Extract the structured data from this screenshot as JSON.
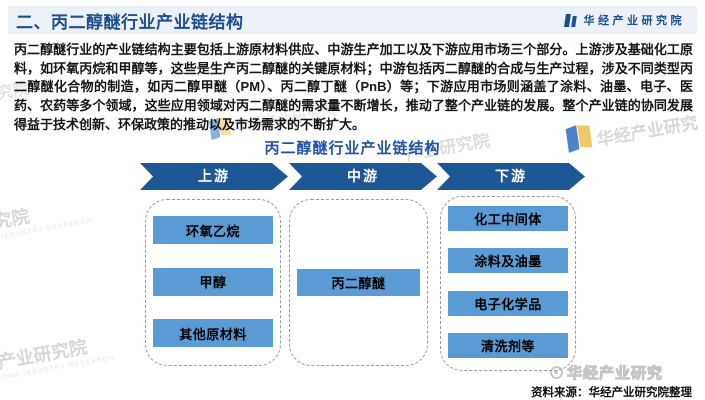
{
  "header": {
    "title": "二、丙二醇醚行业产业链结构",
    "brand": "华经产业研究院"
  },
  "body_text": "丙二醇醚行业的产业链结构主要包括上游原材料供应、中游生产加工以及下游应用市场三个部分。上游涉及基础化工原料，如环氧丙烷和甲醇等，这些是生产丙二醇醚的关键原材料；中游包括丙二醇醚的合成与生产过程，涉及不同类型丙二醇醚化合物的制造，如丙二醇甲醚（PM）、丙二醇丁醚（PnB）等；下游应用市场则涵盖了涂料、油墨、电子、医药、农药等多个领域，这些应用领域对丙二醇醚的需求量不断增长，推动了整个产业链的发展。整个产业链的协同发展得益于技术创新、环保政策的推动以及市场需求的不断扩大。",
  "diagram": {
    "title": "丙二醇醚行业产业链结构",
    "columns": [
      {
        "stage": "上游",
        "items": [
          "环氧乙烷",
          "甲醇",
          "其他原材料"
        ]
      },
      {
        "stage": "中游",
        "items": [
          "丙二醇醚"
        ]
      },
      {
        "stage": "下游",
        "items": [
          "化工中间体",
          "涂料及油墨",
          "电子化学品",
          "清洗剂等"
        ]
      }
    ]
  },
  "source_note": "资料来源：华经产业研究院整理",
  "watermarks": [
    {
      "text": "产业研究院",
      "en": ""
    },
    {
      "text": "华经产业研究",
      "en": ""
    },
    {
      "text": "业研究院",
      "en": "HUAJING INDUSTRY RESEARCH"
    },
    {
      "text": "经产业研究院",
      "en": "HUAJING INDUSTRY RESEARCH"
    },
    {
      "text": "业研究院",
      "en": ""
    },
    {
      "text": "华经产业研究院",
      "en": ""
    }
  ],
  "weibo_watermark_text": "华经产业研究",
  "colors": {
    "header_bg": "#ECF1F8",
    "title_blue": "#1D4E91",
    "diagram_title_blue": "#2253A8",
    "arrow_blue": "#1E5796",
    "item_blue": "#5B9BD5",
    "watermark_gray": "#d7d7d7"
  }
}
